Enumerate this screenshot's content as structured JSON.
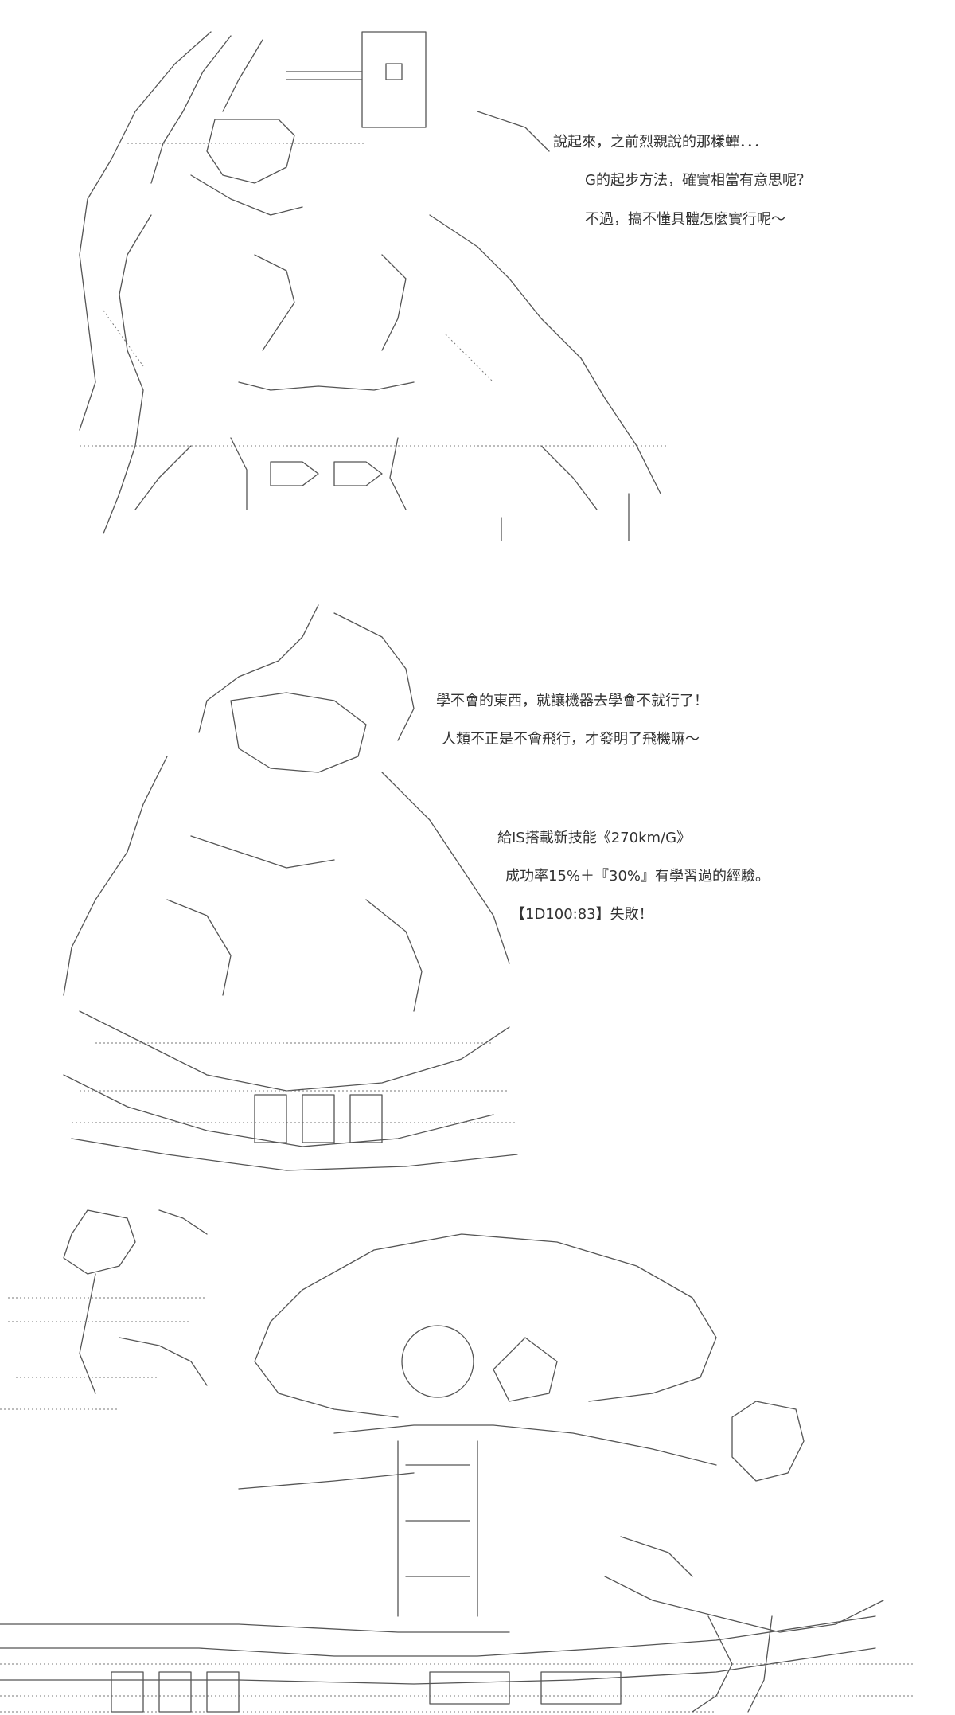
{
  "panel1": {
    "lines": [
      "說起來，之前烈親說的那樣蟬．．．",
      "G的起步方法，確實相當有意思呢？",
      "不過，搞不懂具體怎麼實行呢～"
    ]
  },
  "panel2": {
    "lines": [
      "學不會的東西，就讓機器去學會不就行了！",
      "人類不正是不會飛行，才發明了飛機嘛～",
      "給IS搭載新技能《270km/G》",
      "成功率15%＋『30%』有學習過的經驗。",
      "【1D100:83】失敗！"
    ]
  },
  "panel3": {
    "sfx": "ASCII-art explosion scene"
  }
}
